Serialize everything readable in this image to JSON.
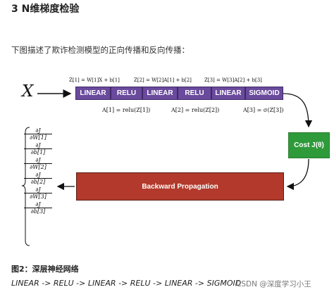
{
  "heading": "3 N维梯度检验",
  "intro": "下图描述了欺诈检测模型的正向传播和反向传播：",
  "diagram": {
    "input_symbol": "X",
    "layers": [
      {
        "label": "LINEAR",
        "color": "#6a4a9c"
      },
      {
        "label": "RELU",
        "color": "#6a4a9c"
      },
      {
        "label": "LINEAR",
        "color": "#6a4a9c"
      },
      {
        "label": "RELU",
        "color": "#6a4a9c"
      },
      {
        "label": "LINEAR",
        "color": "#6a4a9c"
      },
      {
        "label": "SIGMOID",
        "color": "#6a4a9c"
      }
    ],
    "linear_formulas": [
      "Z[1] = W[1]X + b[1]",
      "Z[2] = W[2]A[1] + b[2]",
      "Z[3] = W[3]A[2] + b[3]"
    ],
    "activation_formulas": [
      "A[1] = relu(Z[1])",
      "A[2] = relu(Z[2])",
      "A[3] = σ(Z[3])"
    ],
    "cost_label": "Cost J(θ)",
    "cost_color": "#2e9a3a",
    "backward_label": "Backward Propagation",
    "backward_color": "#b2392b",
    "gradients": [
      {
        "num": "∂J",
        "den": "∂W[1]"
      },
      {
        "num": "∂J",
        "den": "∂b[1]"
      },
      {
        "num": "∂J",
        "den": "∂W[2]"
      },
      {
        "num": "∂J",
        "den": "∂b[2]"
      },
      {
        "num": "∂J",
        "den": "∂W[3]"
      },
      {
        "num": "∂J",
        "den": "∂b[3]"
      }
    ]
  },
  "caption": "图2：深层神经网络",
  "sequence": "LINEAR -> RELU -> LINEAR -> RELU -> LINEAR -> SIGMOID",
  "watermark": "CSDN @深度学习小王"
}
